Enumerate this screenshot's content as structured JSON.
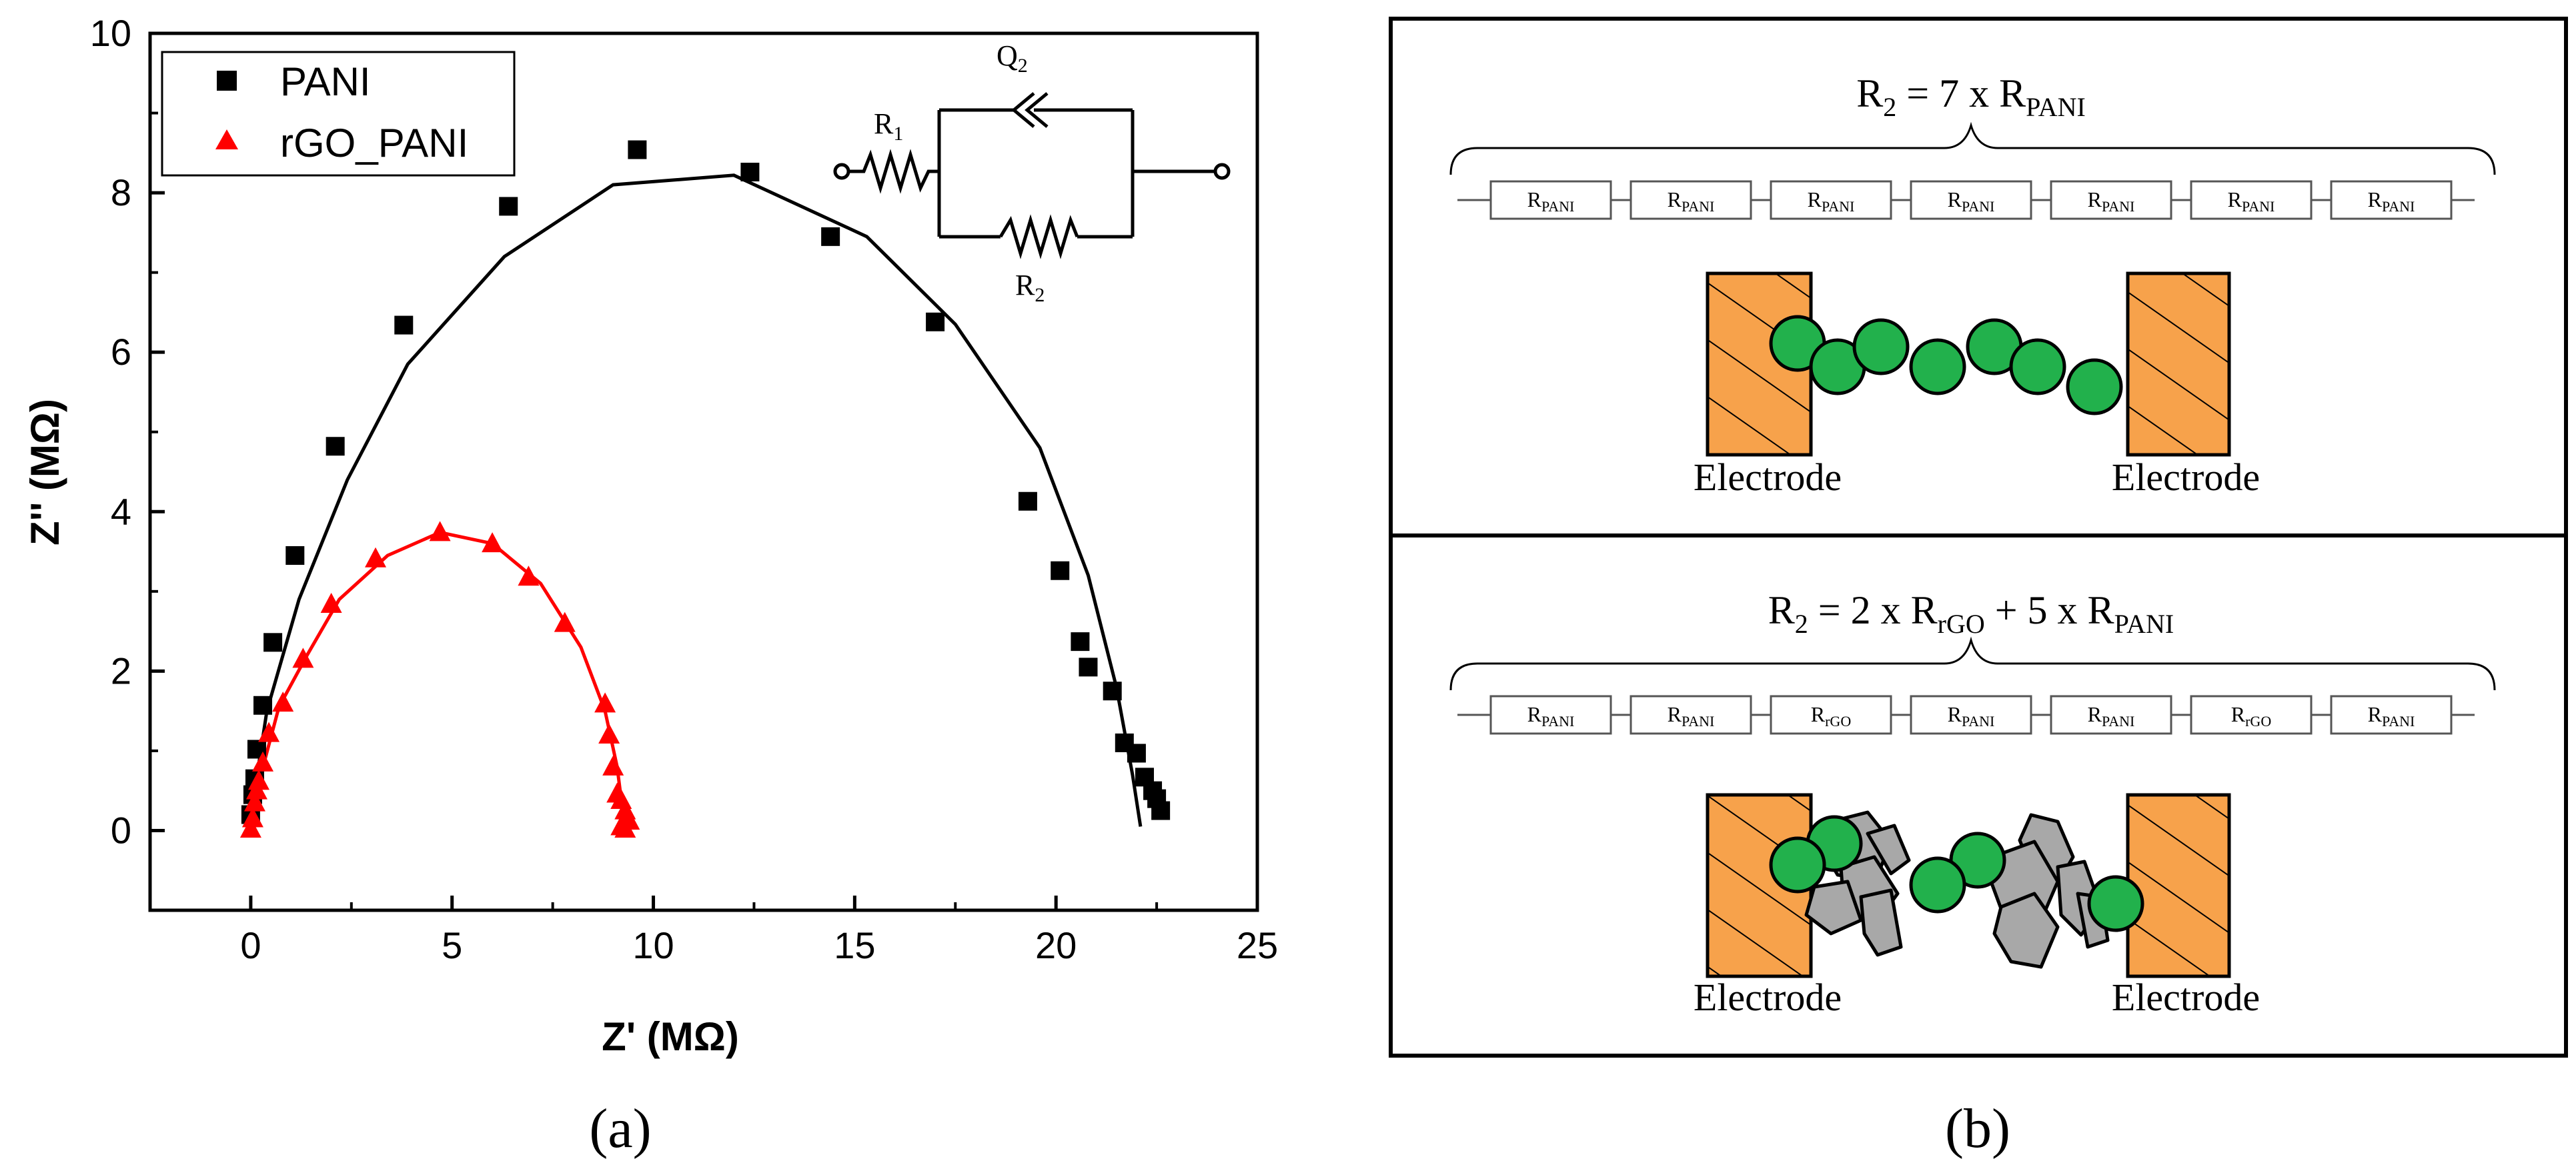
{
  "chart_data": {
    "type": "scatter",
    "xlabel": "Z' (MΩ)",
    "ylabel": "Z'' (MΩ)",
    "xlim": [
      -2.5,
      25
    ],
    "ylim": [
      -1,
      10
    ],
    "xticks": [
      "0",
      "5",
      "10",
      "15",
      "20",
      "25"
    ],
    "yticks": [
      "0",
      "2",
      "4",
      "6",
      "8",
      "10"
    ],
    "legend_position": "top-left",
    "series": [
      {
        "name": "PANI",
        "marker": "square",
        "color": "#000000",
        "points": [
          [
            0,
            0.2
          ],
          [
            0.05,
            0.45
          ],
          [
            0.1,
            0.65
          ],
          [
            0.15,
            1.02
          ],
          [
            0.3,
            1.57
          ],
          [
            0.55,
            2.36
          ],
          [
            1.1,
            3.45
          ],
          [
            2.1,
            4.82
          ],
          [
            3.8,
            6.34
          ],
          [
            6.4,
            7.83
          ],
          [
            9.6,
            8.54
          ],
          [
            12.4,
            8.26
          ],
          [
            14.4,
            7.45
          ],
          [
            17.0,
            6.38
          ],
          [
            19.3,
            4.13
          ],
          [
            20.1,
            3.26
          ],
          [
            20.6,
            2.37
          ],
          [
            20.8,
            2.05
          ],
          [
            21.4,
            1.75
          ],
          [
            21.7,
            1.1
          ],
          [
            22.0,
            0.97
          ],
          [
            22.2,
            0.67
          ],
          [
            22.4,
            0.5
          ],
          [
            22.5,
            0.4
          ],
          [
            22.6,
            0.25
          ]
        ]
      },
      {
        "name": "rGO_PANI",
        "marker": "triangle",
        "color": "#ff0000",
        "points": [
          [
            0,
            0.02
          ],
          [
            0.05,
            0.15
          ],
          [
            0.1,
            0.35
          ],
          [
            0.15,
            0.5
          ],
          [
            0.2,
            0.62
          ],
          [
            0.3,
            0.85
          ],
          [
            0.45,
            1.22
          ],
          [
            0.8,
            1.6
          ],
          [
            1.3,
            2.15
          ],
          [
            2.0,
            2.84
          ],
          [
            3.1,
            3.41
          ],
          [
            4.7,
            3.74
          ],
          [
            6.0,
            3.6
          ],
          [
            6.9,
            3.18
          ],
          [
            7.8,
            2.6
          ],
          [
            8.8,
            1.59
          ],
          [
            8.9,
            1.2
          ],
          [
            9.0,
            0.8
          ],
          [
            9.1,
            0.46
          ],
          [
            9.2,
            0.38
          ],
          [
            9.3,
            0.25
          ],
          [
            9.4,
            0.12
          ],
          [
            9.2,
            0.05
          ],
          [
            9.3,
            0.02
          ]
        ]
      }
    ],
    "fit_lines": [
      {
        "series": "PANI",
        "color": "#000000",
        "points": [
          [
            0.1,
            0.5
          ],
          [
            0.4,
            1.5
          ],
          [
            1.2,
            2.9
          ],
          [
            2.4,
            4.4
          ],
          [
            3.9,
            5.85
          ],
          [
            6.3,
            7.2
          ],
          [
            9.0,
            8.1
          ],
          [
            12.0,
            8.22
          ],
          [
            15.3,
            7.45
          ],
          [
            17.5,
            6.35
          ],
          [
            19.6,
            4.8
          ],
          [
            20.8,
            3.2
          ],
          [
            21.5,
            1.8
          ],
          [
            21.9,
            0.7
          ],
          [
            22.1,
            0.05
          ]
        ]
      },
      {
        "series": "rGO_PANI",
        "color": "#ff0000",
        "points": [
          [
            0.0,
            0.0
          ],
          [
            0.2,
            0.6
          ],
          [
            0.7,
            1.55
          ],
          [
            1.4,
            2.2
          ],
          [
            2.2,
            2.9
          ],
          [
            3.4,
            3.45
          ],
          [
            4.7,
            3.74
          ],
          [
            6.0,
            3.6
          ],
          [
            7.2,
            3.1
          ],
          [
            8.2,
            2.3
          ],
          [
            8.8,
            1.5
          ],
          [
            9.1,
            0.8
          ],
          [
            9.3,
            0.0
          ]
        ]
      }
    ]
  },
  "circuit": {
    "r1": "R",
    "r1_sub": "1",
    "q2": "Q",
    "q2_sub": "2",
    "r2": "R",
    "r2_sub": "2"
  },
  "panel_a_label": "(a)",
  "panel_b_label": "(b)",
  "schematic_top": {
    "eq_main": "R",
    "eq_main_sub": "2",
    "eq_rest": " = 7 x R",
    "eq_rest_sub": "PANI",
    "resistors": [
      {
        "base": "R",
        "sub": "PANI"
      },
      {
        "base": "R",
        "sub": "PANI"
      },
      {
        "base": "R",
        "sub": "PANI"
      },
      {
        "base": "R",
        "sub": "PANI"
      },
      {
        "base": "R",
        "sub": "PANI"
      },
      {
        "base": "R",
        "sub": "PANI"
      },
      {
        "base": "R",
        "sub": "PANI"
      }
    ],
    "electrode_left": "Electrode",
    "electrode_right": "Electrode"
  },
  "schematic_bottom": {
    "eq_main": "R",
    "eq_main_sub": "2",
    "eq_part1": " = 2 x R",
    "eq_part1_sub": "rGO",
    "eq_part2": " + 5 x R",
    "eq_part2_sub": "PANI",
    "resistors": [
      {
        "base": "R",
        "sub": "PANI"
      },
      {
        "base": "R",
        "sub": "PANI"
      },
      {
        "base": "R",
        "sub": "rGO"
      },
      {
        "base": "R",
        "sub": "PANI"
      },
      {
        "base": "R",
        "sub": "PANI"
      },
      {
        "base": "R",
        "sub": "rGO"
      },
      {
        "base": "R",
        "sub": "PANI"
      }
    ],
    "electrode_left": "Electrode",
    "electrode_right": "Electrode"
  },
  "colors": {
    "electrode_fill": "#f7a24b",
    "particle_fill": "#22b14c",
    "flake_fill": "#a8a8a8",
    "pani_marker": "#000000",
    "rgo_marker": "#ff0000"
  }
}
